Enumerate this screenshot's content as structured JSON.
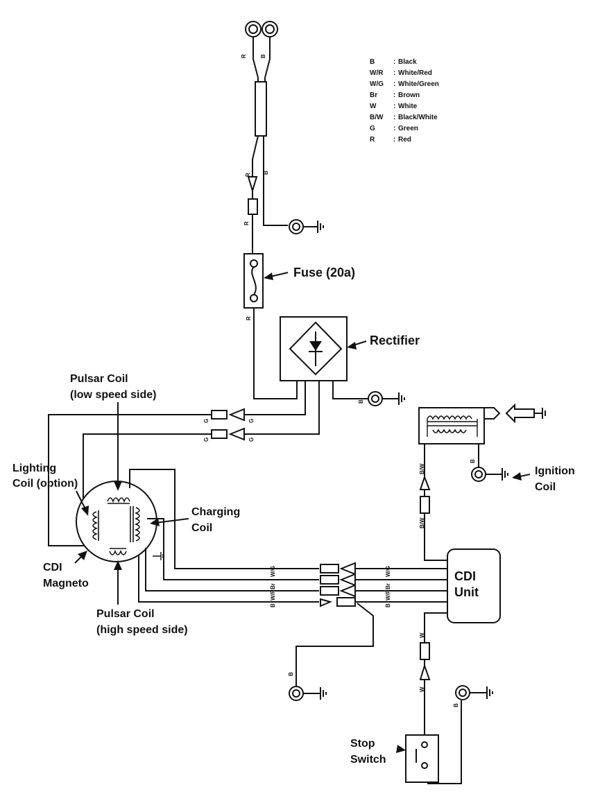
{
  "legend": [
    {
      "code": "B",
      "name": "Black"
    },
    {
      "code": "W/R",
      "name": "White/Red"
    },
    {
      "code": "W/G",
      "name": "White/Green"
    },
    {
      "code": "Br",
      "name": "Brown"
    },
    {
      "code": "W",
      "name": "White"
    },
    {
      "code": "B/W",
      "name": "Black/White"
    },
    {
      "code": "G",
      "name": "Green"
    },
    {
      "code": "R",
      "name": "Red"
    }
  ],
  "labels": {
    "fuse": "Fuse (20a)",
    "rectifier": "Rectifier",
    "pulsar_low_1": "Pulsar Coil",
    "pulsar_low_2": "(low speed side)",
    "lighting_1": "Lighting",
    "lighting_2": "Coil (option)",
    "charging_1": "Charging",
    "charging_2": "Coil",
    "cdi_magneto_1": "CDI",
    "cdi_magneto_2": "Magneto",
    "pulsar_high_1": "Pulsar Coil",
    "pulsar_high_2": "(high speed side)",
    "cdi_unit_1": "CDI",
    "cdi_unit_2": "Unit",
    "ignition_1": "Ignition",
    "ignition_2": "Coil",
    "stop_1": "Stop",
    "stop_2": "Switch"
  },
  "wire_tags": {
    "r": "R",
    "b": "B",
    "g": "G",
    "w": "W",
    "bw": "B/W",
    "wg": "W/G",
    "br": "Br",
    "wr": "W/R"
  },
  "colors": {
    "ink": "#111111",
    "paper": "#ffffff"
  }
}
